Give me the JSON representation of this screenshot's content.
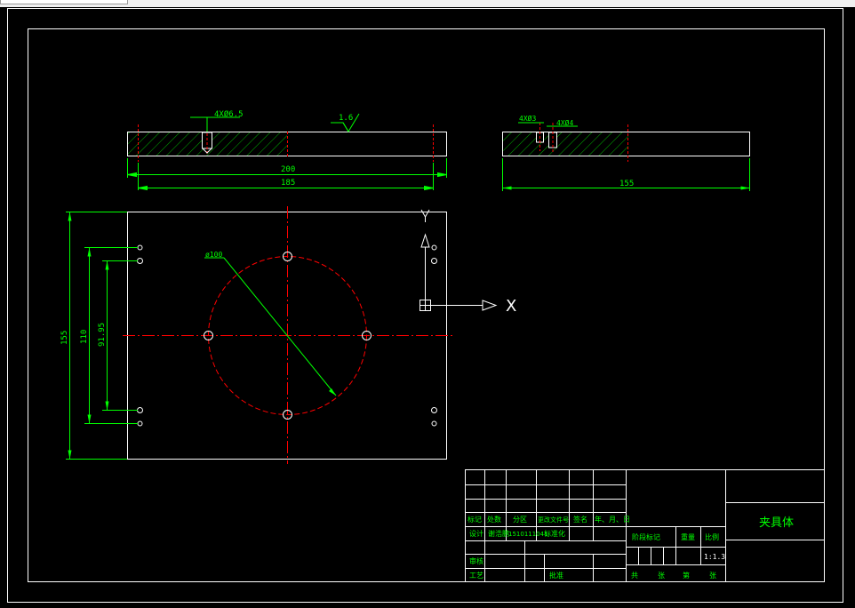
{
  "colors": {
    "background": "#000000",
    "outline": "#ffffff",
    "dimension": "#00ff00",
    "centerline": "#ff0000",
    "hatch": "#00b000"
  },
  "top_view_left": {
    "hole_note": "4XØ6.5",
    "roughness": "1.6",
    "dim_overall": "200",
    "dim_inner": "185"
  },
  "top_view_right": {
    "hole_note_1": "4XØ3",
    "hole_note_2": "4XØ4",
    "dim_width": "155"
  },
  "plan_view": {
    "circle_dia": "ø100",
    "dim_height_total": "155",
    "dim_height_110": "110",
    "dim_height_9195": "91.95"
  },
  "ucs": {
    "x_label": "X",
    "y_label": "Y"
  },
  "title_block": {
    "row_labels": [
      "标记",
      "处数",
      "分区",
      "更改文件号",
      "签名",
      "年、月、日"
    ],
    "design_label": "设计",
    "designer": "谢浩鹏",
    "student_id": "1510111041",
    "standardization": "标准化",
    "review_label": "审核",
    "process_label": "工艺",
    "approve_label": "批准",
    "stage_label": "阶段标记",
    "weight_label": "重量",
    "scale_label": "比例",
    "scale_value": "1:1.3",
    "drawing_name": "夹具体",
    "total_label": "共",
    "sheet_label": "张",
    "page_label": "第",
    "page_sheet_label": "张"
  }
}
